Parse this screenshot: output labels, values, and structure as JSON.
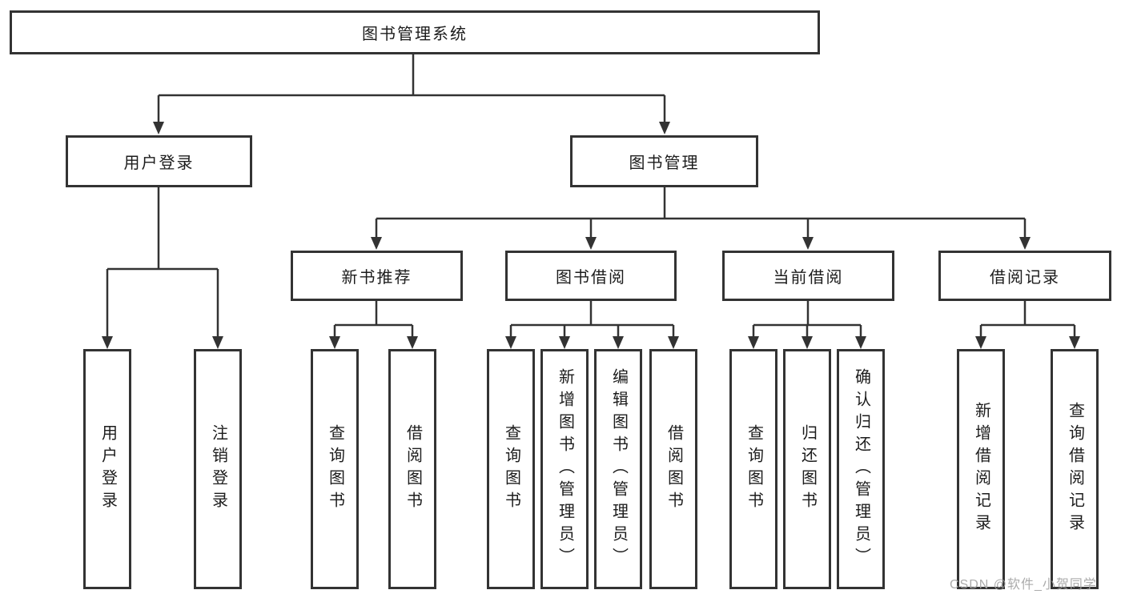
{
  "diagram": {
    "root": {
      "label": "图书管理系统"
    },
    "level2": [
      {
        "label": "用户登录"
      },
      {
        "label": "图书管理"
      }
    ],
    "level3": [
      {
        "label": "新书推荐"
      },
      {
        "label": "图书借阅"
      },
      {
        "label": "当前借阅"
      },
      {
        "label": "借阅记录"
      }
    ],
    "leaves": {
      "user_login": [
        {
          "label": "用户登录"
        },
        {
          "label": "注销登录"
        }
      ],
      "new_book": [
        {
          "label": "查询图书"
        },
        {
          "label": "借阅图书"
        }
      ],
      "book_borrow": [
        {
          "label": "查询图书"
        },
        {
          "label": "新增图书（管理员）"
        },
        {
          "label": "编辑图书（管理员）"
        },
        {
          "label": "借阅图书"
        }
      ],
      "current_borrow": [
        {
          "label": "查询图书"
        },
        {
          "label": "归还图书"
        },
        {
          "label": "确认归还（管理员）"
        }
      ],
      "borrow_records": [
        {
          "label": "新增借阅记录"
        },
        {
          "label": "查询借阅记录"
        }
      ]
    },
    "colors": {
      "line": "#333333",
      "text": "#1c1c1c",
      "background": "#ffffff",
      "watermark": "#a4a4a4"
    }
  },
  "watermark": {
    "text": "CSDN @软件_小贺同学"
  }
}
